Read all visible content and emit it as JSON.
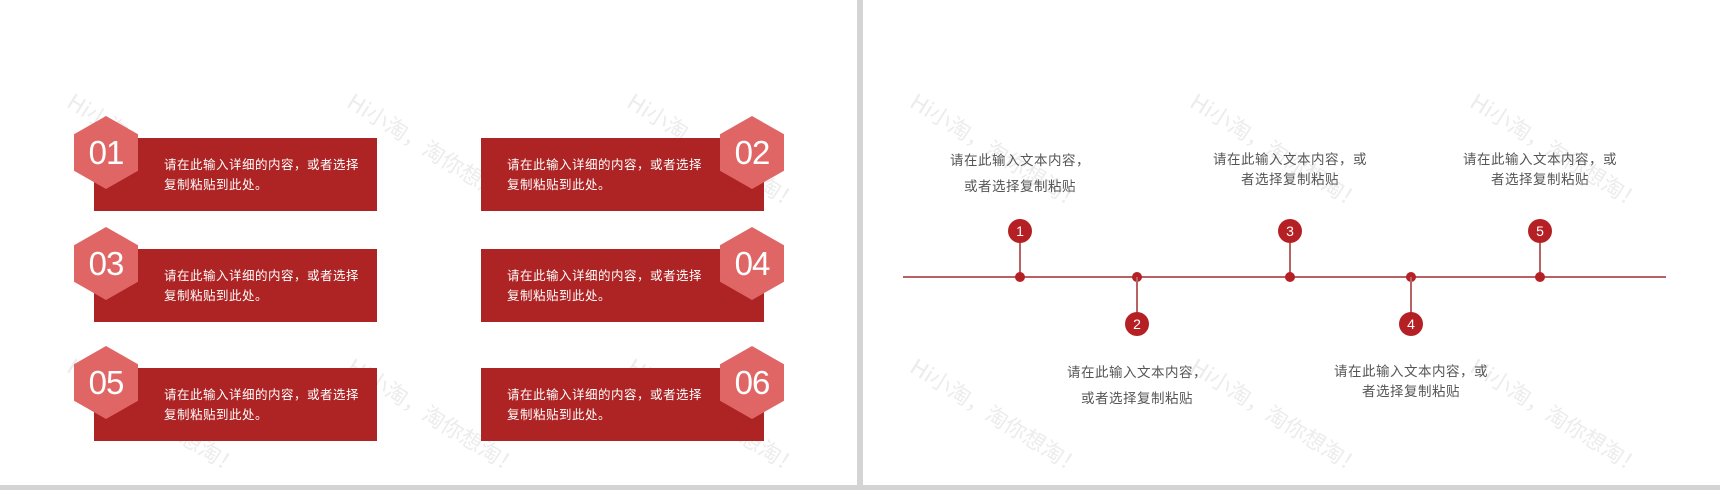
{
  "colors": {
    "card_bar": "#ae2323",
    "hexagon": "#e06666",
    "timeline_marker": "#b52025",
    "timeline_line": "#b76363",
    "body_text": "#555555",
    "divider": "#d4d4d4"
  },
  "watermark": "Hi小淘，淘你想淘！",
  "left_slide": {
    "cards": [
      {
        "number": "01",
        "text": "请在此输入详细的内容，或者选择复制粘贴到此处。"
      },
      {
        "number": "02",
        "text": "请在此输入详细的内容，或者选择复制粘贴到此处。"
      },
      {
        "number": "03",
        "text": "请在此输入详细的内容，或者选择复制粘贴到此处。"
      },
      {
        "number": "04",
        "text": "请在此输入详细的内容，或者选择复制粘贴到此处。"
      },
      {
        "number": "05",
        "text": "请在此输入详细的内容，或者选择复制粘贴到此处。"
      },
      {
        "number": "06",
        "text": "请在此输入详细的内容，或者选择复制粘贴到此处。"
      }
    ]
  },
  "right_slide": {
    "timeline": [
      {
        "number": "1",
        "position": "above",
        "line1": "请在此输入文本内容，",
        "line2": "或者选择复制粘贴"
      },
      {
        "number": "2",
        "position": "below",
        "line1": "请在此输入文本内容，",
        "line2": "或者选择复制粘贴"
      },
      {
        "number": "3",
        "position": "above",
        "line1": "请在此输入文本内容，或",
        "line2": "者选择复制粘贴"
      },
      {
        "number": "4",
        "position": "below",
        "line1": "请在此输入文本内容，或",
        "line2": "者选择复制粘贴"
      },
      {
        "number": "5",
        "position": "above",
        "line1": "请在此输入文本内容，或",
        "line2": "者选择复制粘贴"
      }
    ]
  }
}
